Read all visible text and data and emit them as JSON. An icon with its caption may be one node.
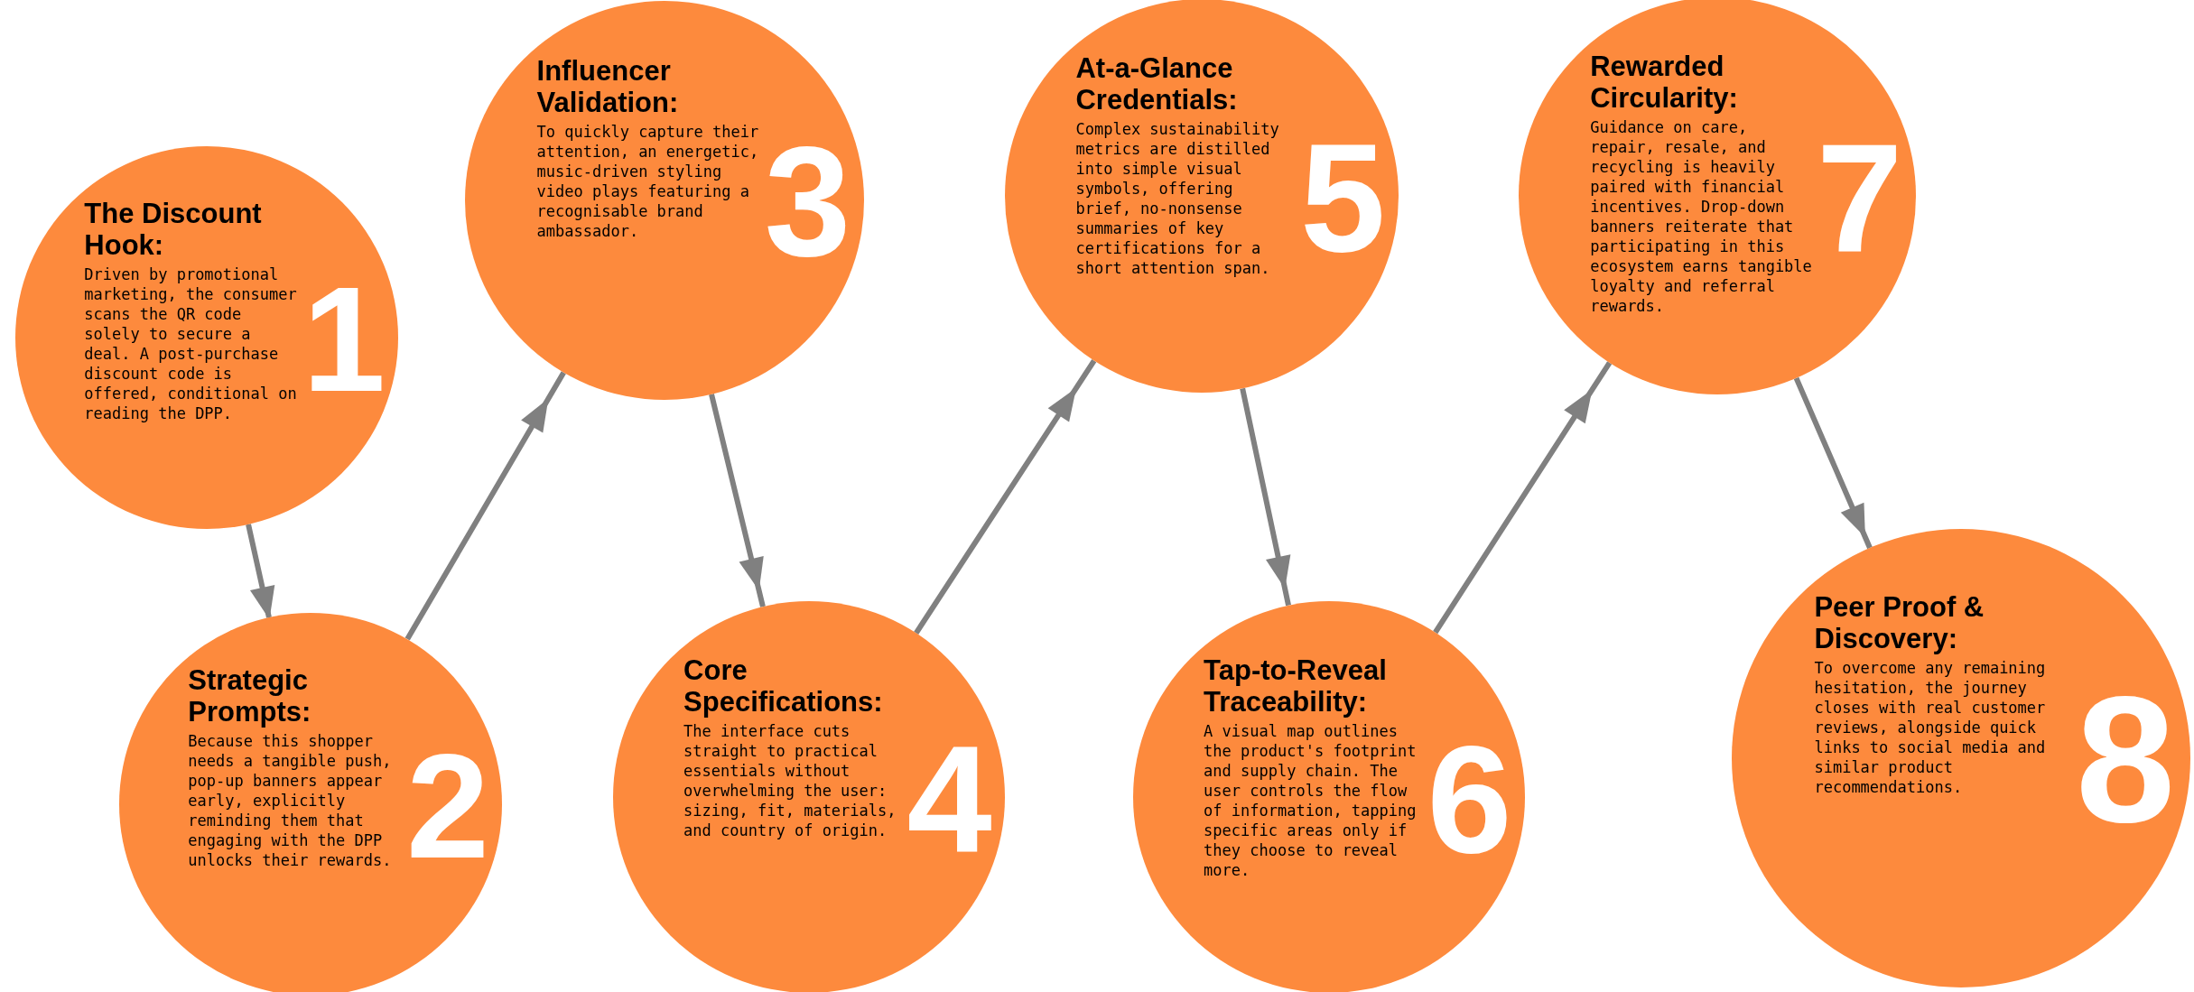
{
  "diagram": {
    "nodes": [
      {
        "text": [
          "The Discount Hook:",
          "Driven by promotional marketing, the consumer scans the QR code solely to secure a deal. A post-purchase discount code is offered, conditional on reading the DPP.",
          "1"
        ]
      },
      {
        "text": [
          "Strategic Prompts:",
          "Because this shopper needs a tangible push, pop-up banners appear early, explicitly reminding them that engaging with the DPP unlocks their rewards.",
          "2"
        ]
      },
      {
        "text": [
          "Influencer Validation:",
          "To quickly capture their attention, an energetic, music-driven styling video plays featuring a recognisable brand ambassador.",
          "3"
        ]
      },
      {
        "text": [
          "Core Specifications:",
          "The interface cuts straight to practical essentials without overwhelming the user: sizing, fit, materials, and country of origin.",
          "4"
        ]
      },
      {
        "text": [
          "At-a-Glance Credentials:",
          "Complex sustainability metrics are distilled into simple visual symbols, offering brief, no-nonsense summaries of key certifications for a short attention span.",
          "5"
        ]
      },
      {
        "text": [
          "Tap-to-Reveal Traceability:",
          "A visual map outlines the product's footprint and supply chain. The user controls the flow of information, tapping specific areas only if they choose to reveal more.",
          "6"
        ]
      },
      {
        "text": [
          "Rewarded Circularity:",
          "Guidance on care, repair, resale, and recycling is heavily paired with financial incentives. Drop-down banners reiterate that participating in this ecosystem earns tangible loyalty and referral rewards.",
          "7"
        ]
      },
      {
        "text": [
          "Peer Proof & Discovery:",
          "To overcome any remaining hesitation, the journey closes with real customer reviews, alongside quick links to social media and similar product recommendations.",
          "8"
        ]
      }
    ],
    "edges": [
      {
        "from": 0,
        "to": 1,
        "arrow": "to"
      },
      {
        "from": 1,
        "to": 2,
        "arrow": "to"
      },
      {
        "from": 2,
        "to": 3,
        "arrow": "to"
      },
      {
        "from": 3,
        "to": 4,
        "arrow": "to"
      },
      {
        "from": 4,
        "to": 5,
        "arrow": "to"
      },
      {
        "from": 5,
        "to": 6,
        "arrow": "to"
      },
      {
        "from": 6,
        "to": 7,
        "arrow": "to"
      }
    ]
  }
}
